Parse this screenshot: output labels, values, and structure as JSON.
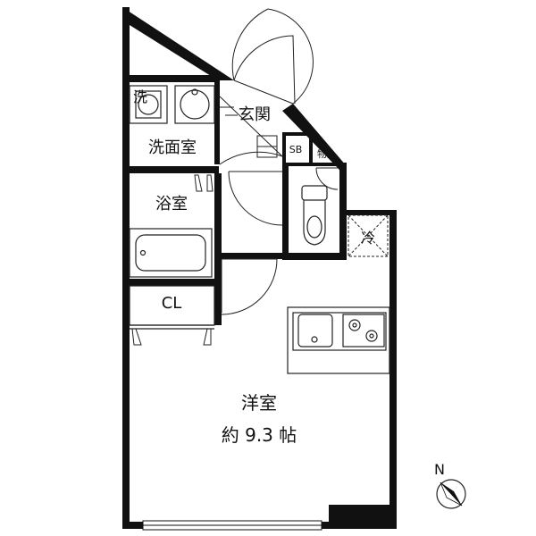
{
  "rooms": {
    "senmenjo": "洗面室",
    "sentakuki": "洗",
    "genkan": "玄関",
    "sb": "SB",
    "monoire": "物入",
    "yokushitsu": "浴室",
    "reizoko": "冷",
    "closet": "CL",
    "yoshitsu": "洋室",
    "yoshitsu_size": "約 9.3 帖"
  },
  "compass": {
    "north": "N"
  },
  "colors": {
    "wall": "#111111",
    "line": "#222222",
    "paper": "#ffffff"
  }
}
